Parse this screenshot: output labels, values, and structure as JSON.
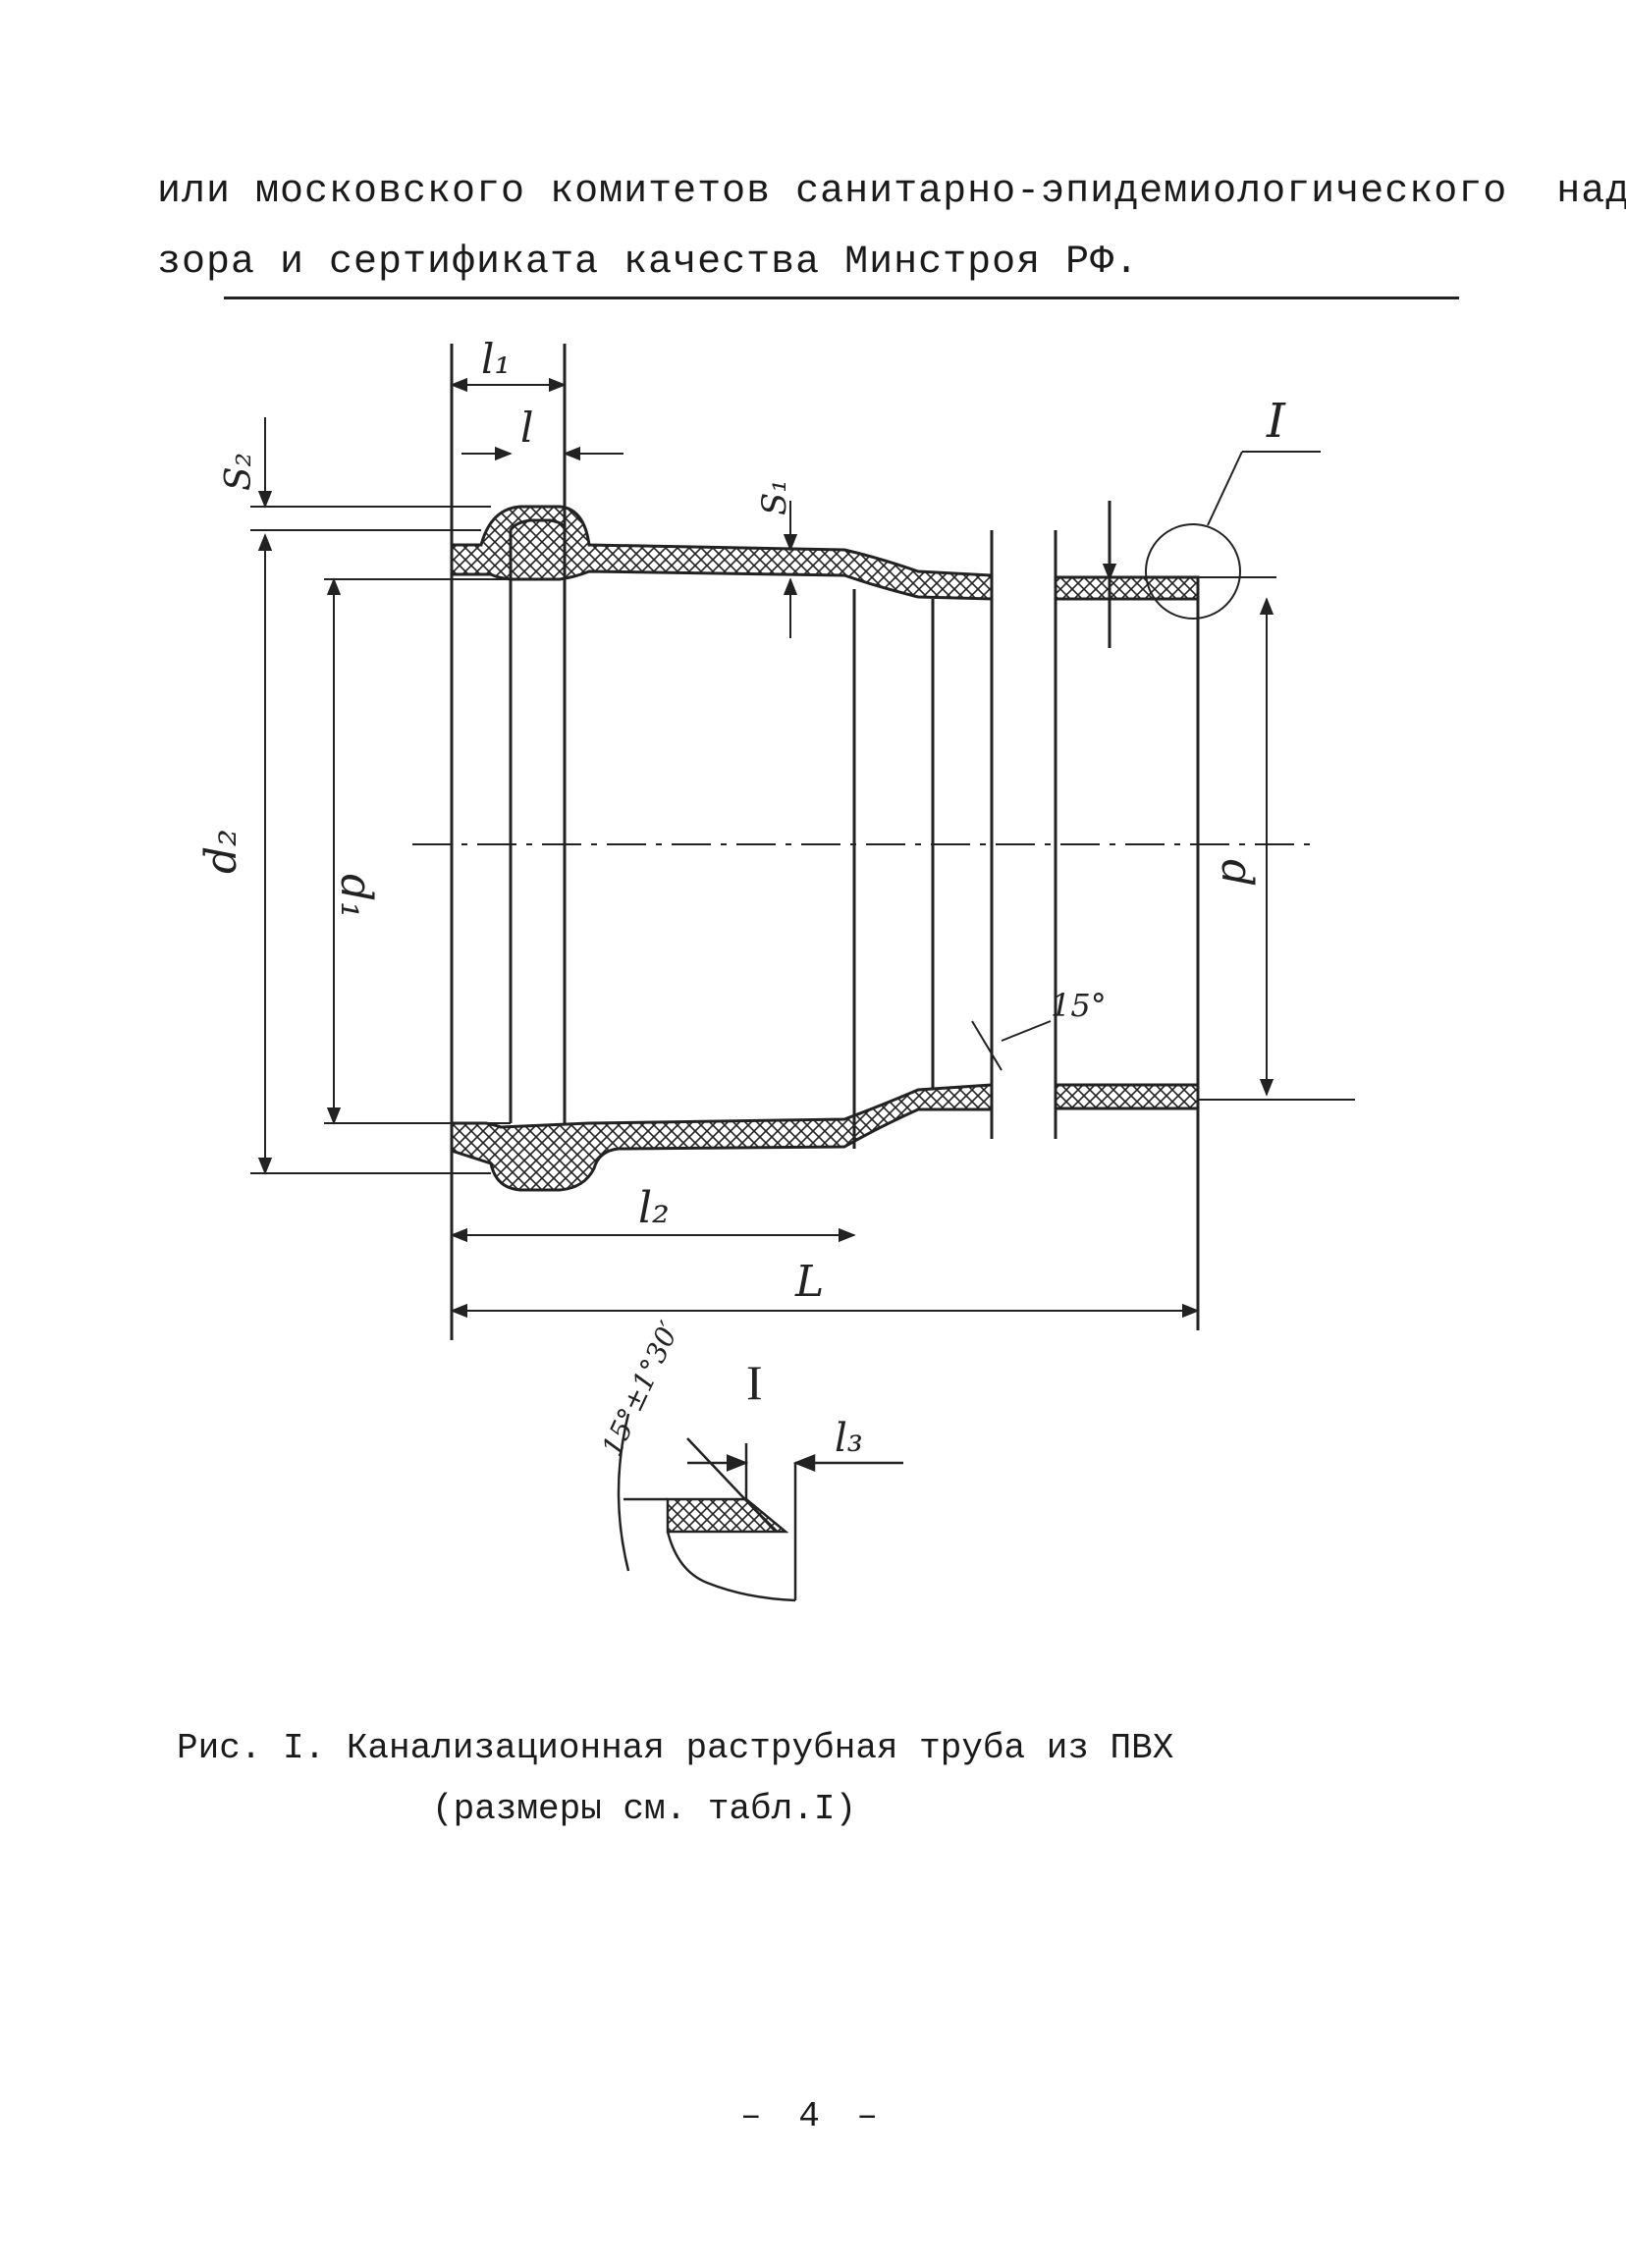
{
  "intro": {
    "line1": "или московского комитетов санитарно-эпидемиологического  над-",
    "line2": "зора и сертификата качества Минстроя РФ."
  },
  "drawing": {
    "labels": {
      "l1": "l₁",
      "l": "l",
      "s2": "S₂",
      "s1": "S₁",
      "detail_mark": "I",
      "d2": "d₂",
      "d1": "d₁",
      "d": "d",
      "angle_15": "15°",
      "l2": "l₂",
      "L": "L",
      "detail_title": "I",
      "detail_angle": "15°±1°30′",
      "l3": "l₃"
    }
  },
  "caption": {
    "line1": "Рис. I. Канализационная раструбная труба из ПВХ",
    "line2": "(размеры см. табл.I)"
  },
  "page_number": "– 4 –"
}
